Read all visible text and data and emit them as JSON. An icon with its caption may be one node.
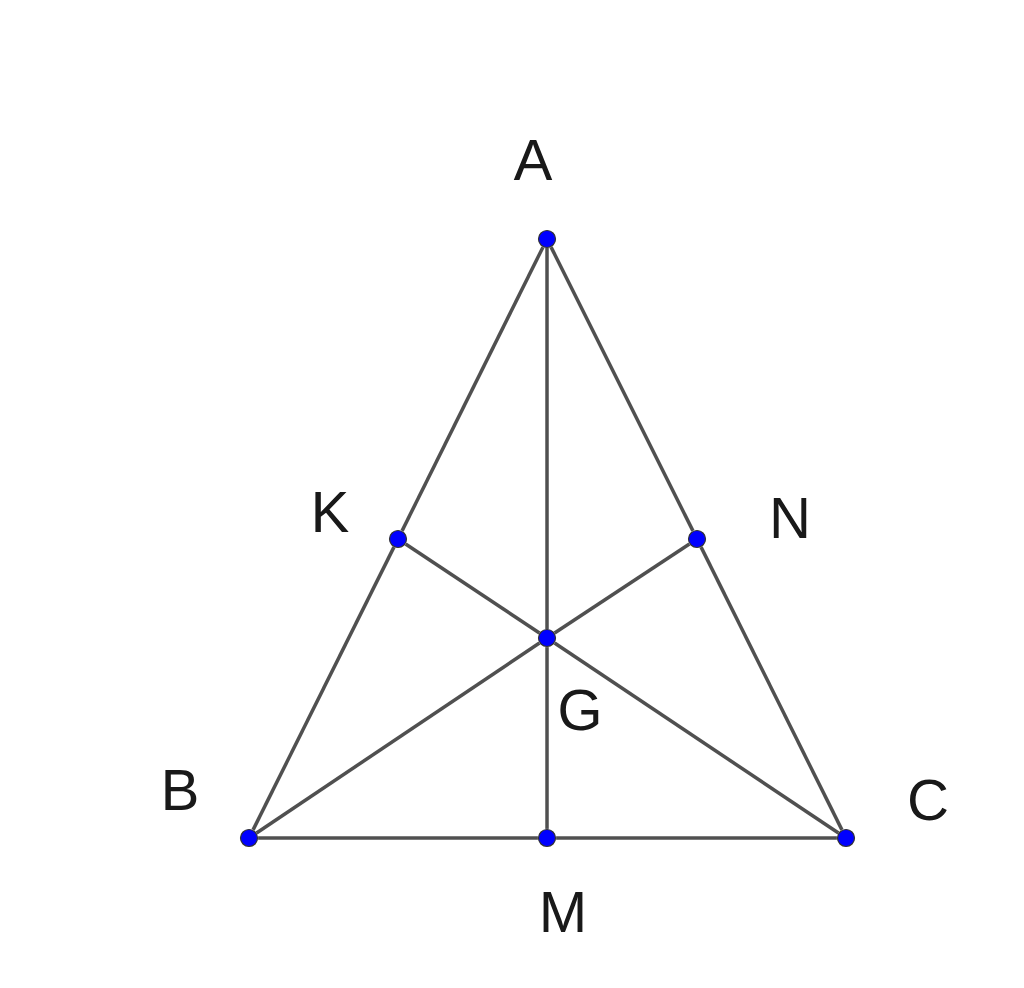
{
  "diagram": {
    "nodes": [
      {
        "text": [
          "A"
        ]
      },
      {
        "text": [
          "K"
        ]
      },
      {
        "text": [
          "N"
        ]
      },
      {
        "text": [
          "G"
        ]
      },
      {
        "text": [
          "B"
        ]
      },
      {
        "text": [
          "M"
        ]
      },
      {
        "text": [
          "C"
        ]
      }
    ],
    "edges": [
      {
        "from": 0,
        "to": 1,
        "arrow": "none"
      },
      {
        "from": 1,
        "to": 4,
        "arrow": "none"
      },
      {
        "from": 0,
        "to": 2,
        "arrow": "none"
      },
      {
        "from": 2,
        "to": 6,
        "arrow": "none"
      },
      {
        "from": 0,
        "to": 3,
        "arrow": "none"
      },
      {
        "from": 3,
        "to": 5,
        "arrow": "none"
      },
      {
        "from": 1,
        "to": 3,
        "arrow": "none"
      },
      {
        "from": 3,
        "to": 6,
        "arrow": "none"
      },
      {
        "from": 2,
        "to": 3,
        "arrow": "none"
      },
      {
        "from": 3,
        "to": 4,
        "arrow": "none"
      },
      {
        "from": 4,
        "to": 5,
        "arrow": "none"
      },
      {
        "from": 5,
        "to": 6,
        "arrow": "none"
      }
    ]
  }
}
